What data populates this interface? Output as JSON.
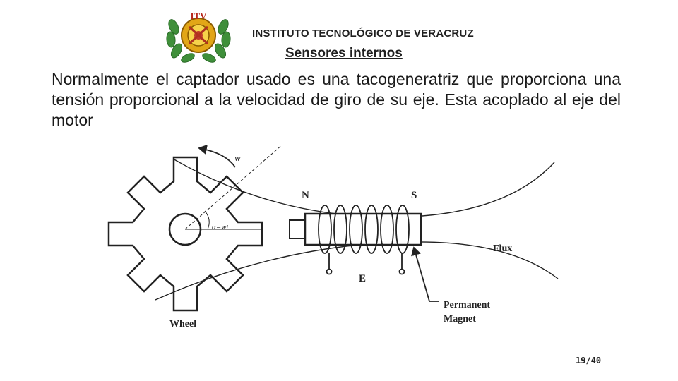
{
  "header": {
    "logo_text": "ITV",
    "institute": "INSTITUTO TECNOLÓGICO DE VERACRUZ",
    "subtitle": "Sensores internos"
  },
  "body": {
    "text": "Normalmente el captador usado es una tacogeneratriz que proporciona una tensión proporcional a la velocidad de giro de su eje. Esta acoplado al eje del motor"
  },
  "diagram": {
    "labels": {
      "w": "w",
      "angle": "α=wt",
      "n": "N",
      "s": "S",
      "flux": "Flux",
      "e": "E",
      "magnet_line1": "Permanent",
      "magnet_line2": "Magnet",
      "wheel": "Wheel"
    }
  },
  "footer": {
    "page": "19/40"
  }
}
